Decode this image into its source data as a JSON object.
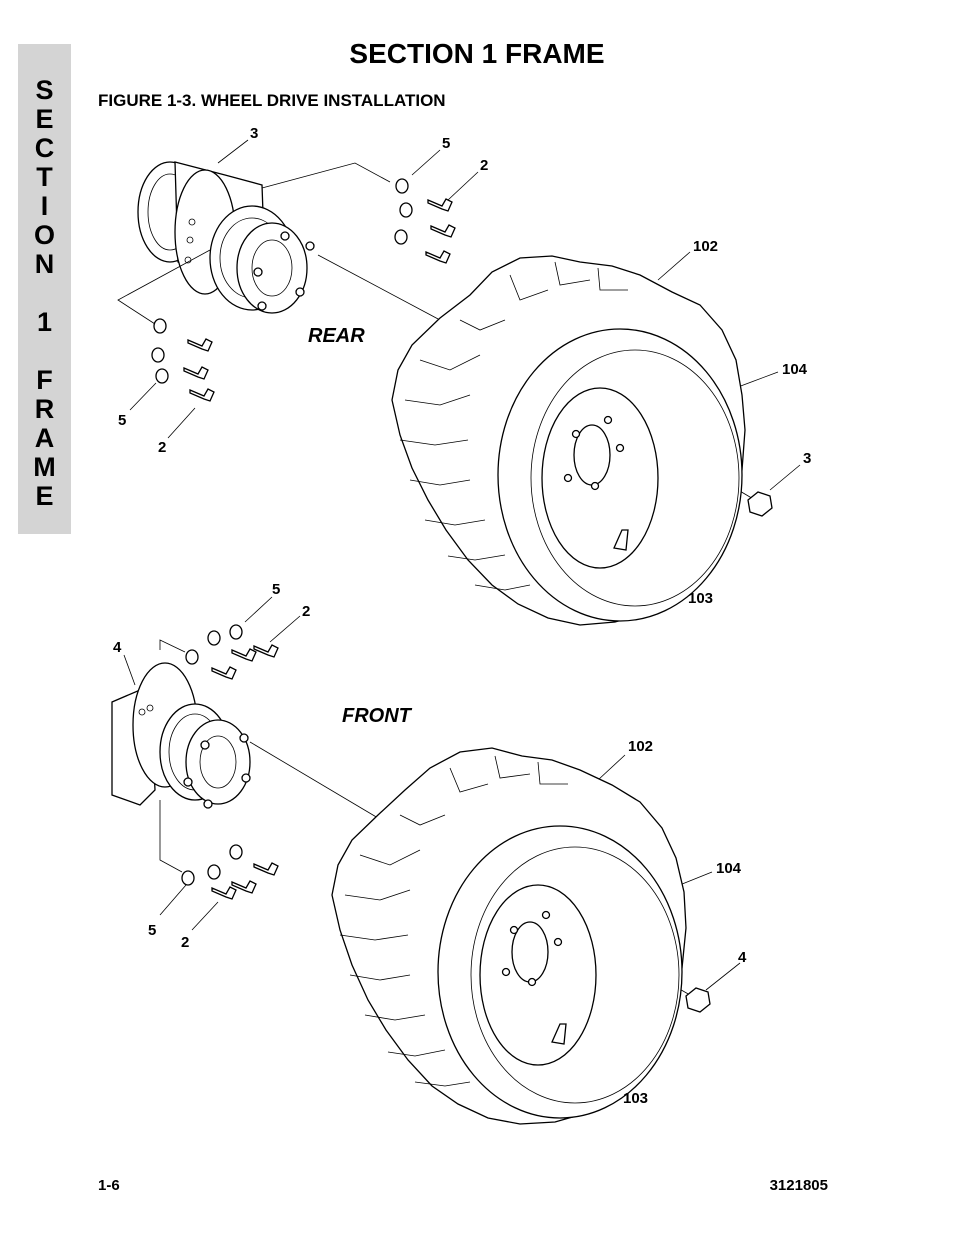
{
  "side_tab": {
    "letters": [
      "S",
      "E",
      "C",
      "T",
      "I",
      "O",
      "N",
      " ",
      "1",
      " ",
      "F",
      "R",
      "A",
      "M",
      "E"
    ]
  },
  "header": {
    "title": "SECTION 1  FRAME"
  },
  "figure": {
    "caption": "FIGURE 1-3.    WHEEL DRIVE INSTALLATION",
    "views": {
      "rear": "REAR",
      "front": "FRONT"
    },
    "callouts": {
      "rear_3_top": "3",
      "rear_5_top": "5",
      "rear_2_top": "2",
      "rear_102": "102",
      "rear_104": "104",
      "rear_3_nut": "3",
      "rear_5_left": "5",
      "rear_2_left": "2",
      "rear_103": "103",
      "front_5_top": "5",
      "front_2_top": "2",
      "front_4_left": "4",
      "front_102": "102",
      "front_104": "104",
      "front_4_nut": "4",
      "front_5_bottom": "5",
      "front_2_bottom": "2",
      "front_103": "103"
    }
  },
  "footer": {
    "page_number": "1-6",
    "doc_number": "3121805"
  }
}
